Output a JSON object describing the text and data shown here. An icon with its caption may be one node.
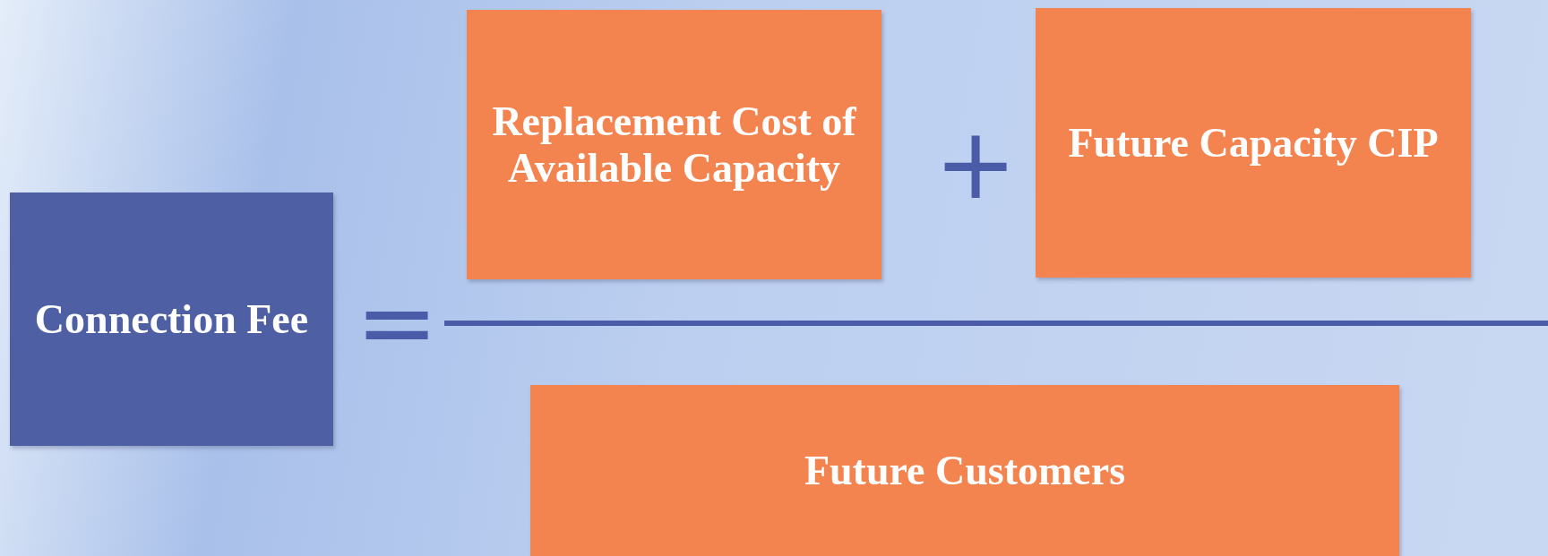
{
  "diagram": {
    "nodes": [
      {
        "text": [
          "Connection Fee"
        ]
      },
      {
        "text": [
          "Replacement Cost of Available Capacity"
        ]
      },
      {
        "text": [
          "Future Capacity CIP"
        ]
      },
      {
        "text": [
          "Future Customers"
        ]
      }
    ],
    "labels": [
      "+",
      "="
    ]
  }
}
